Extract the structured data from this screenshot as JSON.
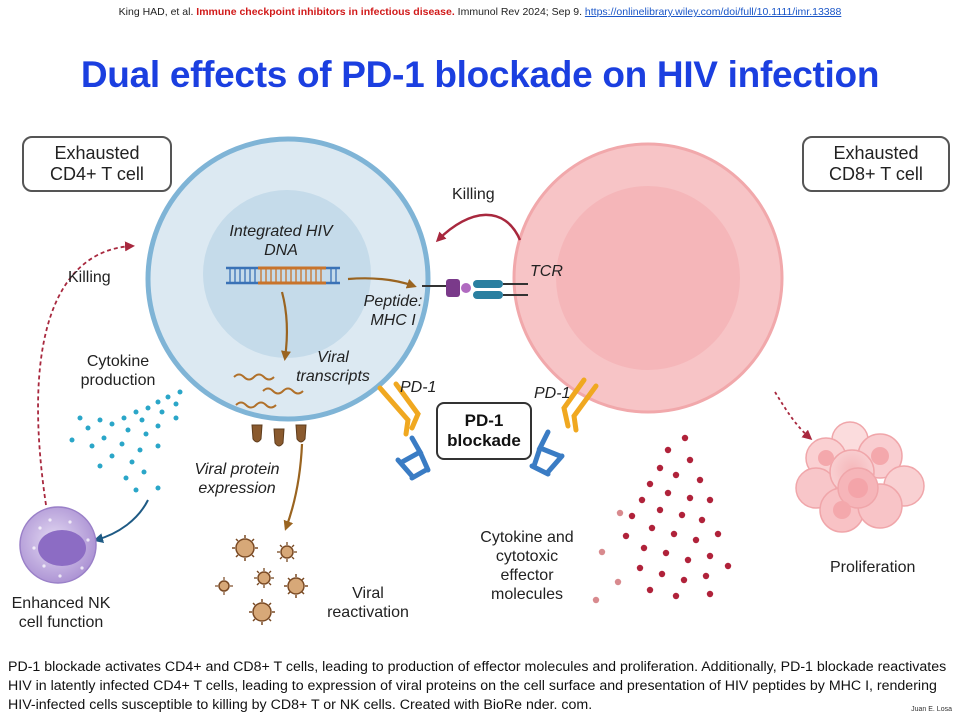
{
  "citation": {
    "authors": "King HAD, et al.",
    "title": "Immune checkpoint inhibitors in infectious disease.",
    "journal": "Immunol Rev 2024; Sep 9.",
    "url": "https://onlinelibrary.wiley.com/doi/full/10.1111/imr.13388"
  },
  "title": "Dual effects of PD-1 blockade on HIV infection",
  "cells": {
    "cd4": {
      "line1": "Exhausted",
      "line2": "CD4+ T cell"
    },
    "cd8": {
      "line1": "Exhausted",
      "line2": "CD8+ T cell"
    }
  },
  "labels": {
    "integrated_hiv_line1": "Integrated HIV",
    "integrated_hiv_line2": "DNA",
    "killing_top": "Killing",
    "killing_left": "Killing",
    "tcr": "TCR",
    "peptide_line1": "Peptide:",
    "peptide_line2": "MHC I",
    "viral_transcripts_line1": "Viral",
    "viral_transcripts_line2": "transcripts",
    "pd1_left": "PD-1",
    "pd1_right": "PD-1",
    "pd1_blockade_line1": "PD-1",
    "pd1_blockade_line2": "blockade",
    "cytokine_prod_line1": "Cytokine",
    "cytokine_prod_line2": "production",
    "viral_protein_line1": "Viral protein",
    "viral_protein_line2": "expression",
    "enhanced_nk_line1": "Enhanced NK",
    "enhanced_nk_line2": "cell function",
    "viral_reactivation_line1": "Viral",
    "viral_reactivation_line2": "reactivation",
    "cytokine_effector_line1": "Cytokine and",
    "cytokine_effector_line2": "cytotoxic",
    "cytokine_effector_line3": "effector",
    "cytokine_effector_line4": "molecules",
    "proliferation": "Proliferation"
  },
  "caption": "PD-1 blockade activates CD4+ and CD8+ T cells, leading to production of effector molecules and proliferation. Additionally, PD-1 blockade reactivates HIV in latently infected CD4+ T cells, leading to expression of viral proteins on the cell surface and presentation of HIV peptides by MHC I, rendering HIV-infected cells susceptible to killing by CD8+ T or NK cells. Created with BioRe nder. com.",
  "credit": "Juan E. Losa",
  "colors": {
    "title": "#1b3fe0",
    "cd4_cell": "#dce9f2",
    "cd4_border": "#7fb4d6",
    "cd8_cell": "#f7c4c6",
    "killing_arrow": "#a8283e",
    "dna_orange": "#c8742c",
    "antibody_blue": "#3a7cc4",
    "pd1_yellow": "#f0a820",
    "nk_cell": "#b59ad8"
  }
}
